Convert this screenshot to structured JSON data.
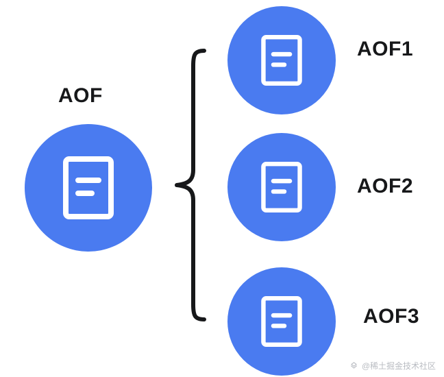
{
  "diagram": {
    "title": "AOF rewrite split diagram",
    "accent_color": "#4a7bf0",
    "text_color": "#17181a",
    "main_node": {
      "label": "AOF",
      "icon": "document-icon"
    },
    "children": [
      {
        "label": "AOF1",
        "icon": "document-icon"
      },
      {
        "label": "AOF2",
        "icon": "document-icon"
      },
      {
        "label": "AOF3",
        "icon": "document-icon"
      }
    ],
    "connector": "curly-brace"
  },
  "watermark": {
    "text": "@稀土掘金技术社区",
    "icon": "juejin-logo-icon",
    "color": "#b9bcc2"
  }
}
